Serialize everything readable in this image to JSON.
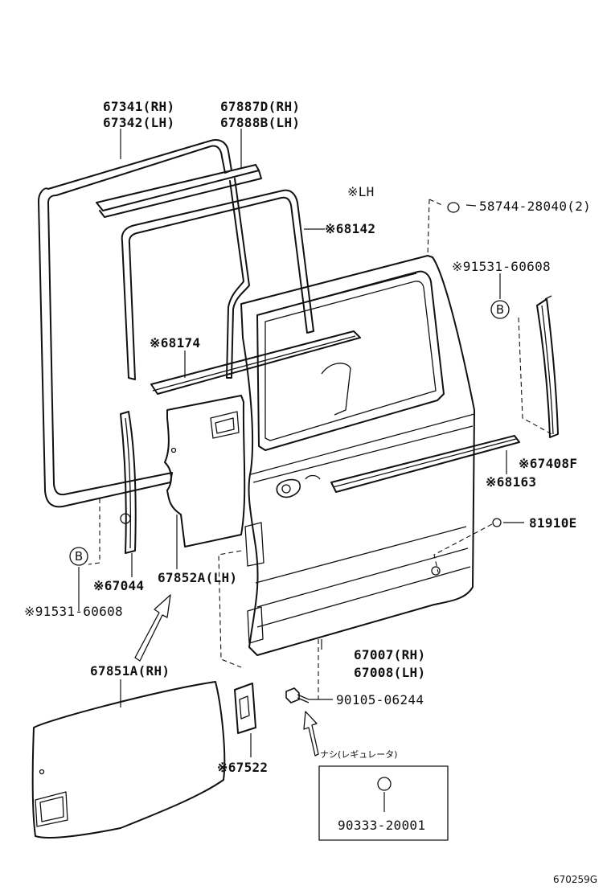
{
  "labels": {
    "weatherstrip_main": [
      "67341(RH)",
      "67342(LH)"
    ],
    "run_channel": [
      "67887D(RH)",
      "67888B(LH)"
    ],
    "lh_note": "※LH",
    "p68142": "※68142",
    "p58744": "58744-28040(2)",
    "p91531_top": "※91531-60608",
    "p68174": "※68174",
    "p67408f": "※67408F",
    "p68163": "※68163",
    "p81910e": "81910E",
    "p67044": "※67044",
    "p67852a": "67852A(LH)",
    "p91531_bottom": "※91531-60608",
    "p67851a": "67851A(RH)",
    "door_panel": [
      "67007(RH)",
      "67008(LH)"
    ],
    "p90105": "90105-06244",
    "regulator_note": "ナシ(レギュレータ)",
    "p90333": "90333-20001",
    "p67522": "※67522",
    "marker_b": "B",
    "diagram_code": "670259G"
  }
}
